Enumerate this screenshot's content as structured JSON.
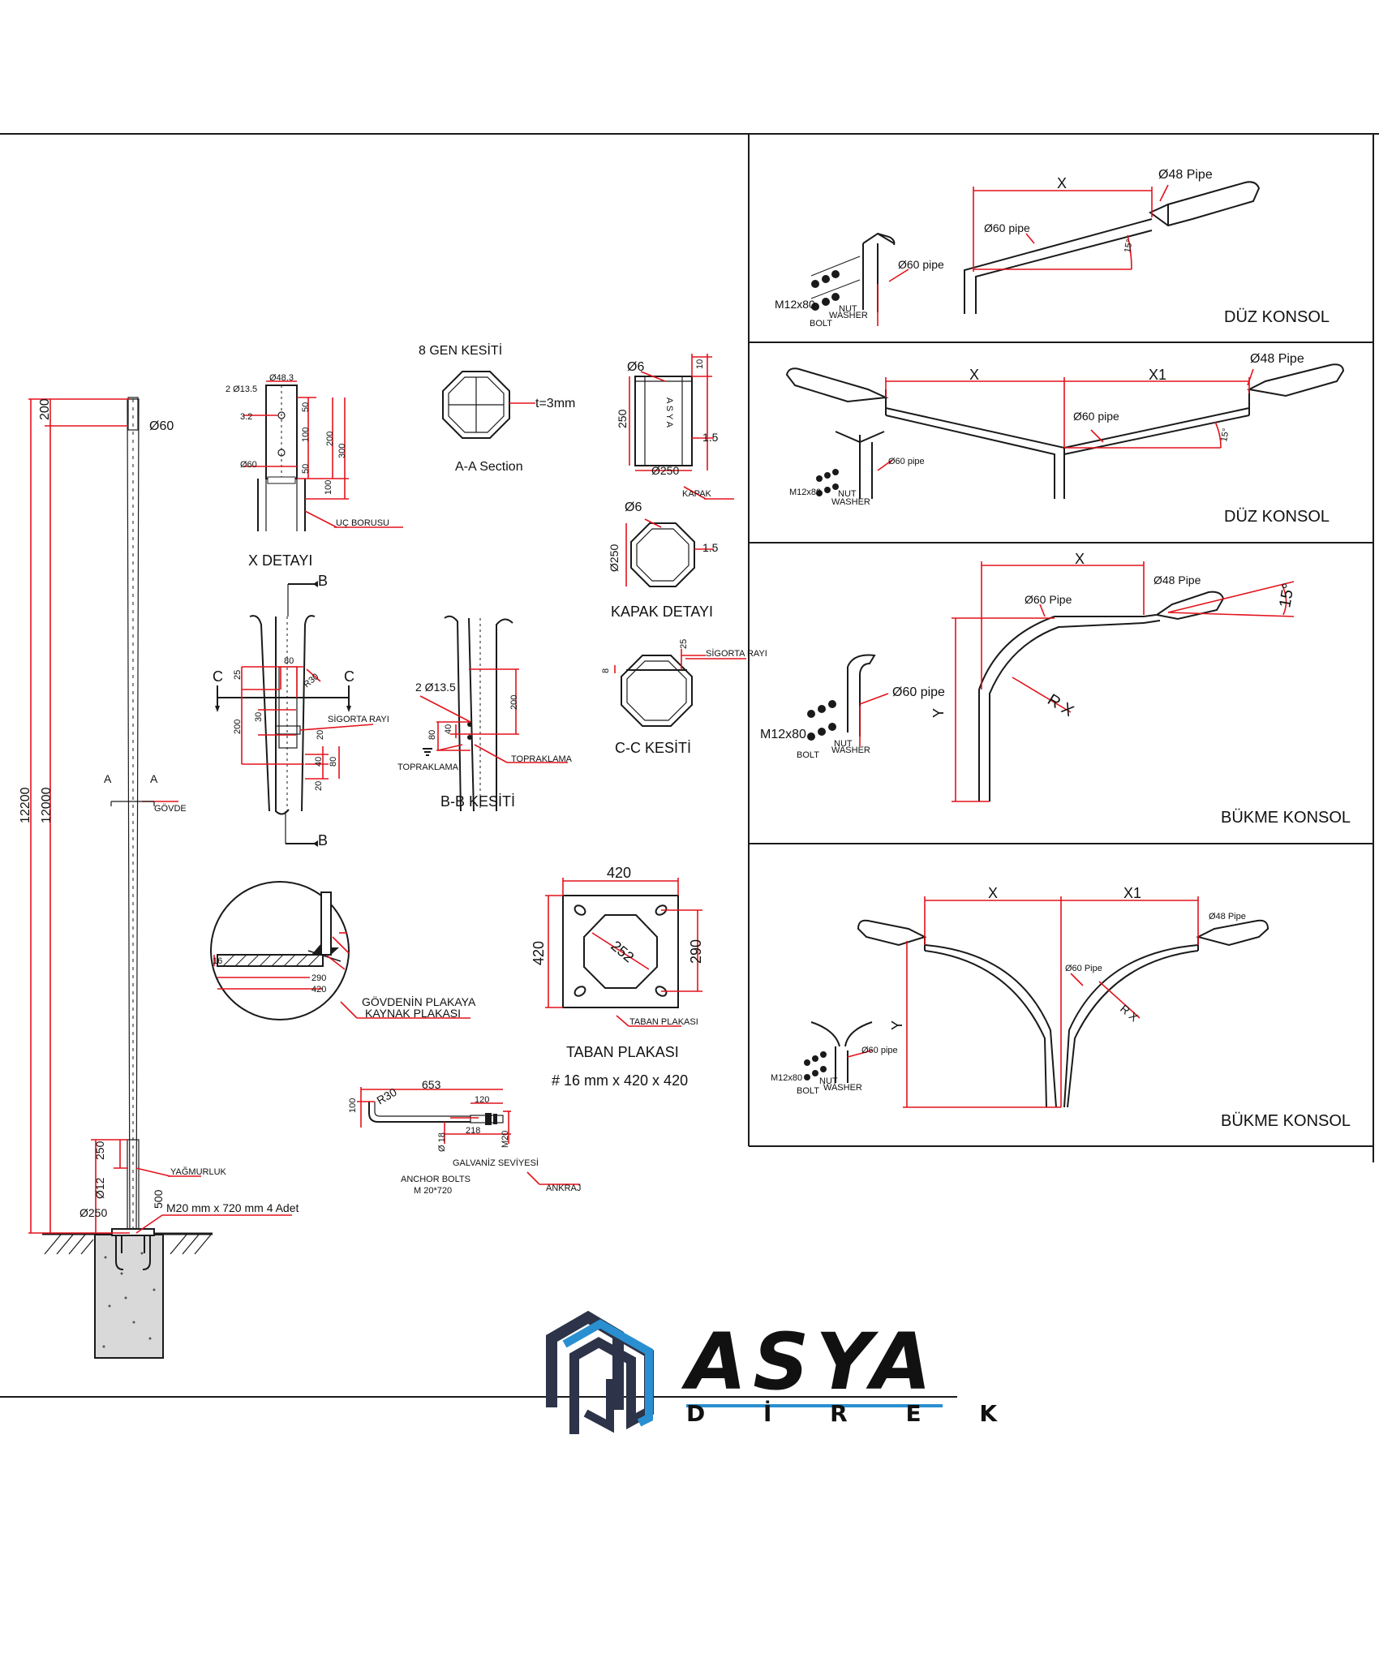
{
  "pole": {
    "total_height": "12200",
    "body_height": "12000",
    "top_dim": "200",
    "top_dia": "Ø60",
    "section_mark": "A",
    "body_label": "GÖVDE",
    "base_dia": "Ø250",
    "dim_250": "250",
    "dim_12": "Ø12",
    "dim_500": "500",
    "rain_cover": "YAĞMURLUK",
    "anchor_spec": "M20 mm x 720 mm 4 Adet"
  },
  "x_detail": {
    "title": "X DETAYI",
    "holes": "2 Ø13.5",
    "dia_483": "Ø48.3",
    "dim_32": "3.2",
    "dia_60": "Ø60",
    "d50a": "50",
    "d100a": "100",
    "d50b": "50",
    "d100b": "100",
    "d200": "200",
    "d300": "300",
    "label": "UÇ BORUSU"
  },
  "aa_section": {
    "header": "8 GEN KESİTİ",
    "thickness": "t=3mm",
    "title": "A-A Section"
  },
  "kapak": {
    "dia": "Ø6",
    "d10": "10",
    "d250": "250",
    "d15": "1.5",
    "dia250": "Ø250",
    "brand": "A S Y A",
    "label": "KAPAK",
    "detail_dia": "Ø6",
    "detail_d15": "1.5",
    "detail_dia250": "Ø250",
    "detail_title": "KAPAK DETAYI"
  },
  "cc_section": {
    "d25": "25",
    "d8": "8",
    "label": "SİGORTA RAYI",
    "title": "C-C KESİTİ"
  },
  "side_view": {
    "mark_b": "B",
    "mark_c": "C",
    "d25": "25",
    "d80": "80",
    "r30": "R30",
    "d30": "30",
    "d200": "200",
    "d20a": "20",
    "d40": "40",
    "d80b": "80",
    "d20b": "20",
    "fuse_rail": "SİGORTA RAYI"
  },
  "bb_section": {
    "holes": "2 Ø13.5",
    "d200": "200",
    "d80": "80",
    "d40": "40",
    "ground1": "TOPRAKLAMA",
    "ground2": "TOPRAKLAMA",
    "title": "B-B KESİTİ"
  },
  "weld_detail": {
    "d290": "290",
    "d420": "420",
    "d16": "16",
    "label1": "GÖVDENİN PLAKAYA",
    "label2": "KAYNAK PLAKASI"
  },
  "base_plate": {
    "width": "420",
    "height": "420",
    "inner": "252",
    "bolt_spacing": "290",
    "label": "TABAN PLAKASI",
    "title": "TABAN PLAKASI",
    "spec": "# 16 mm x 420 x 420"
  },
  "anchor_bolt": {
    "d653": "653",
    "r30": "R30",
    "d100": "100",
    "d120": "120",
    "d218": "218",
    "d18": "Ø 18",
    "m20": "M20",
    "galv": "GALVANİZ SEVİYESİ",
    "title1": "ANCHOR BOLTS",
    "title2": "M 20*720",
    "label": "ANKRAJ"
  },
  "consoles": [
    {
      "title": "DÜZ KONSOL",
      "x": "X",
      "pipe48": "Ø48 Pipe",
      "pipe60": "Ø60 pipe",
      "angle": "15°",
      "pipe60b": "Ø60 pipe",
      "bolt": "M12x80",
      "nut": "NUT",
      "washer": "WASHER",
      "boltl": "BOLT"
    },
    {
      "title": "DÜZ KONSOL",
      "x": "X",
      "x1": "X1",
      "pipe48": "Ø48 Pipe",
      "pipe60": "Ø60 pipe",
      "angle": "15°",
      "pipe60b": "Ø60 pipe",
      "bolt": "M12x80",
      "nut": "NUT",
      "washer": "WASHER"
    },
    {
      "title": "BÜKME KONSOL",
      "x": "X",
      "y": "Y",
      "pipe48": "Ø48 Pipe",
      "pipe60": "Ø60 Pipe",
      "angle": "15°",
      "rx": "R X",
      "pipe60b": "Ø60 pipe",
      "bolt": "M12x80",
      "nut": "NUT",
      "washer": "WASHER",
      "boltl": "BOLT"
    },
    {
      "title": "BÜKME KONSOL",
      "x": "X",
      "x1": "X1",
      "y": "Y",
      "pipe48": "Ø48 Pipe",
      "pipe60": "Ø60 Pipe",
      "rx": "R X",
      "pipe60b": "Ø60 pipe",
      "bolt": "M12x80",
      "nut": "NUT",
      "washer": "WASHER",
      "boltl": "BOLT"
    }
  ],
  "logo": {
    "word": "ASYA",
    "sub": "D İ R E K",
    "colors": {
      "dark": "#2d3348",
      "blue": "#2a8fd0"
    }
  }
}
